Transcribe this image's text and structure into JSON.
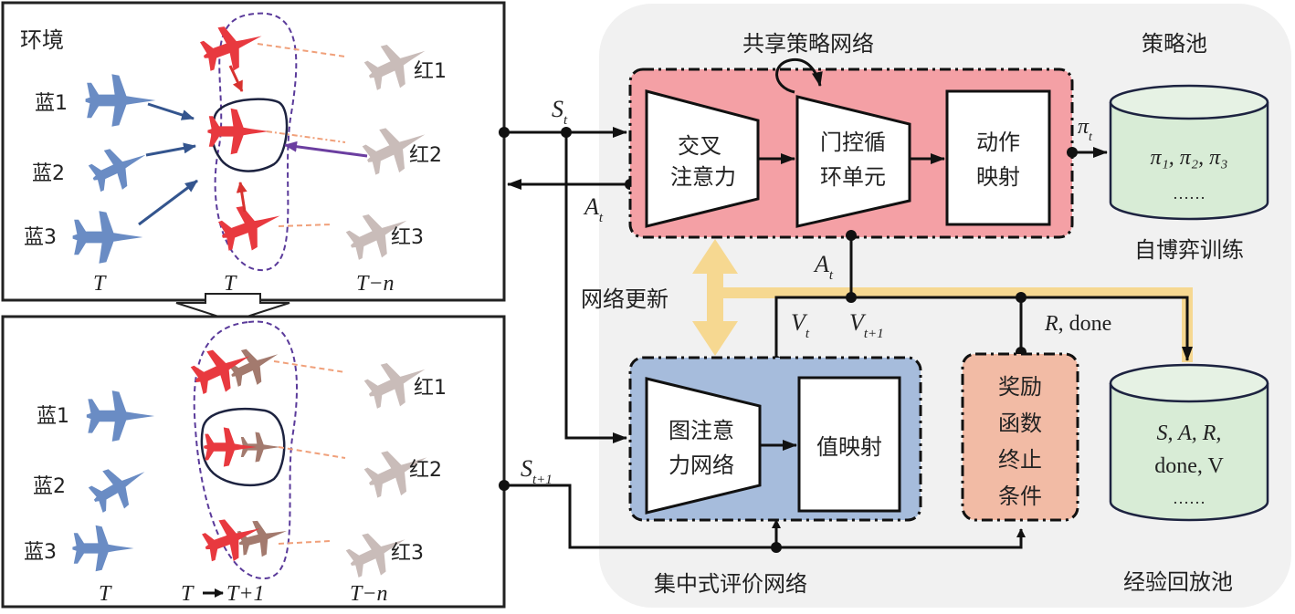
{
  "colors": {
    "panel_bg": "#f1f1f1",
    "policy_net_bg": "#f4a0a5",
    "critic_net_bg": "#a6bcdc",
    "reward_bg": "#f2bba5",
    "pool_fill": "#d8ecd6",
    "update_arrow": "#f6d891",
    "blue_plane": "#6a8cc4",
    "red_plane": "#e8393f",
    "prev_plane": "#a37a6e",
    "ghost_plane": "#c9bcb9",
    "blue_arrow": "#34558e",
    "purple_arrow": "#6b3ea0",
    "dashed_link": "#f0a07a",
    "ellipse": "#5a3a9a"
  },
  "env_top": {
    "title": "环境",
    "blue_labels": [
      "蓝1",
      "蓝2",
      "蓝3"
    ],
    "red_labels": [
      "红1",
      "红2",
      "红3"
    ],
    "time_labels": [
      "T",
      "T",
      "T−n"
    ]
  },
  "env_bottom": {
    "blue_labels": [
      "蓝1",
      "蓝2",
      "蓝3"
    ],
    "red_labels": [
      "红1",
      "红2",
      "红3"
    ],
    "time_labels": [
      "T",
      "T",
      "T+1",
      "T−n"
    ],
    "arrow_symbol": "→"
  },
  "signals": {
    "S": "S",
    "S_sub": "t",
    "A": "A",
    "A_sub": "t",
    "A2": "A",
    "A2_sub": "t",
    "S_next": "S",
    "S_next_sub": "t+1",
    "V": "V",
    "V_sub": "t",
    "V_next": "V",
    "V_next_sub": "t+1",
    "pi": "π",
    "pi_sub": "t",
    "reward_done": ", done",
    "reward_R": "R"
  },
  "policy_network": {
    "title": "共享策略网络",
    "cross_attention": [
      "交叉",
      "注意力"
    ],
    "gru": [
      "门控循",
      "环单元"
    ],
    "action_map": [
      "动作",
      "映射"
    ]
  },
  "strategy_pool": {
    "title": "策略池",
    "content": "π₁, π₂, π₃",
    "ellipsis": "……",
    "caption": "自博弈训练"
  },
  "network_update": "网络更新",
  "critic_network": {
    "title": "集中式评价网络",
    "graph_attention": [
      "图注意",
      "力网络"
    ],
    "value_map": "值映射"
  },
  "reward_block": [
    "奖励",
    "函数",
    "终止",
    "条件"
  ],
  "replay_pool": {
    "line1": "S, A, R,",
    "line2": "done, V",
    "ellipsis": "……",
    "caption": "经验回放池"
  }
}
